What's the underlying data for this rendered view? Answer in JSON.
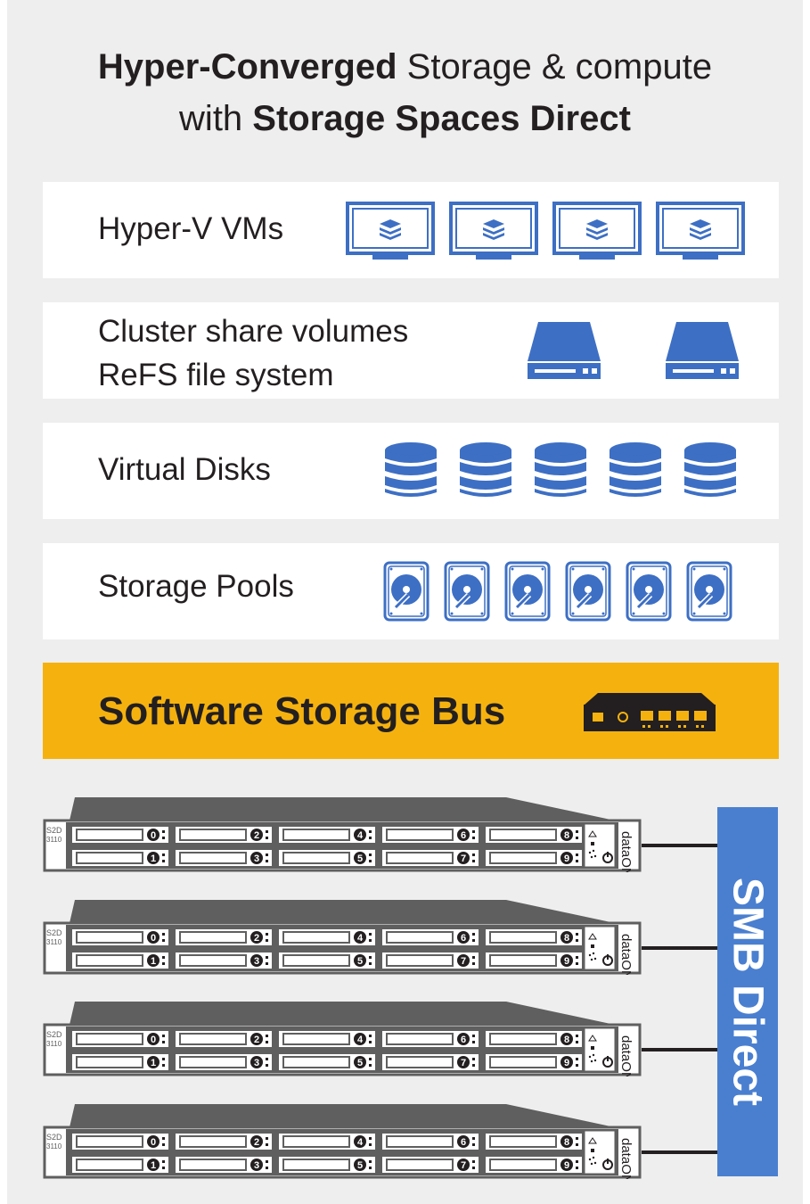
{
  "title": {
    "line1_bold": "Hyper-Converged",
    "line1_rest": " Storage & compute",
    "line2_pre": "with ",
    "line2_bold": "Storage Spaces Direct"
  },
  "layers": [
    {
      "label": "Hyper-V VMs",
      "icon": "monitor-icon",
      "count": 4
    },
    {
      "label_line1": "Cluster share volumes",
      "label_line2": "ReFS file system",
      "icon": "volume-icon",
      "count": 2
    },
    {
      "label": "Virtual Disks",
      "icon": "database-icon",
      "count": 5
    },
    {
      "label": "Storage Pools",
      "icon": "hard-drive-icon",
      "count": 6
    }
  ],
  "bus": {
    "label": "Software Storage Bus",
    "icon": "network-switch-icon"
  },
  "smb": {
    "label": "SMB Direct"
  },
  "servers": {
    "count": 4,
    "model_line1": "S2D",
    "model_line2": "3110",
    "brand": "dataON",
    "bay_numbers": [
      "0",
      "1",
      "2",
      "3",
      "4",
      "5",
      "6",
      "7",
      "8",
      "9"
    ]
  },
  "colors": {
    "background": "#eeeeee",
    "panel": "#ffffff",
    "icon_blue": "#3d6fc4",
    "bus_yellow": "#f5b20f",
    "smb_blue": "#4a7fd0",
    "server_gray": "#5f5f5f",
    "text": "#231f20"
  }
}
